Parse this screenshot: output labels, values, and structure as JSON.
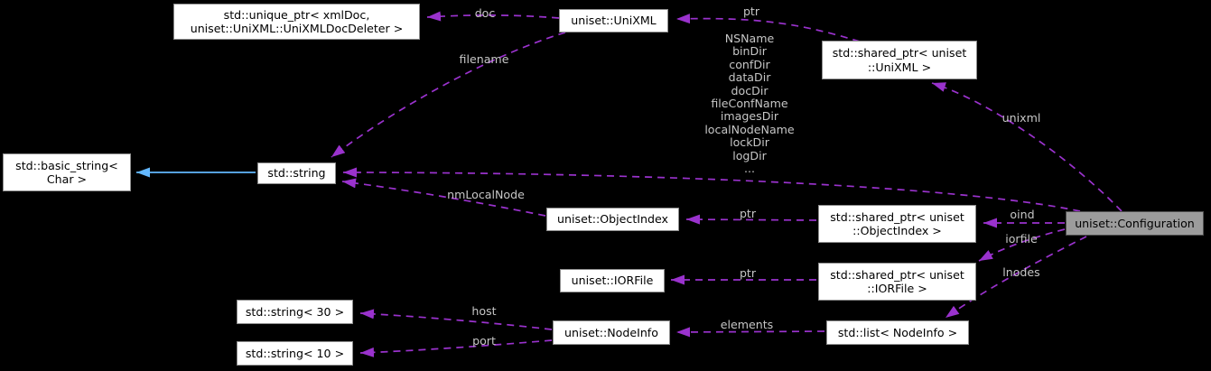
{
  "colors": {
    "background": "#000000",
    "usage_edge": "#9a32cd",
    "inheritance_edge": "#63b8ff",
    "node_fill": "#ffffff",
    "node_border": "#8d8d8d",
    "highlight_node_fill": "#9c9c9c",
    "edge_label_text": "#c6c6c6"
  },
  "nodes": {
    "unique_ptr_xmldoc": "std::unique_ptr< xmlDoc,\n uniset::UniXML::UniXMLDocDeleter >",
    "unixml": "uniset::UniXML",
    "shared_ptr_unixml": "std::shared_ptr< uniset\n::UniXML >",
    "basic_string": "std::basic_string<\nChar >",
    "string": "std::string",
    "object_index": "uniset::ObjectIndex",
    "shared_ptr_object_index": "std::shared_ptr< uniset\n::ObjectIndex >",
    "iorfile": "uniset::IORFile",
    "shared_ptr_iorfile": "std::shared_ptr< uniset\n::IORFile >",
    "nodeinfo": "uniset::NodeInfo",
    "list_nodeinfo": "std::list< NodeInfo >",
    "string_30": "std::string< 30 >",
    "string_10": "std::string< 10 >",
    "configuration": "uniset::Configuration"
  },
  "edges": {
    "doc": "doc",
    "filename": "filename",
    "ptr_unixml": "ptr",
    "config_string_fields": "NSName\nbinDir\nconfDir\ndataDir\ndocDir\nfileConfName\nimagesDir\nlocalNodeName\nlockDir\nlogDir\n...",
    "nm_local_node": "nmLocalNode",
    "unixml": "unixml",
    "oind": "oind",
    "iorfile": "iorfile",
    "lnodes": "lnodes",
    "ptr_object_index": "ptr",
    "ptr_iorfile": "ptr",
    "elements": "elements",
    "host": "host",
    "port": "port"
  }
}
